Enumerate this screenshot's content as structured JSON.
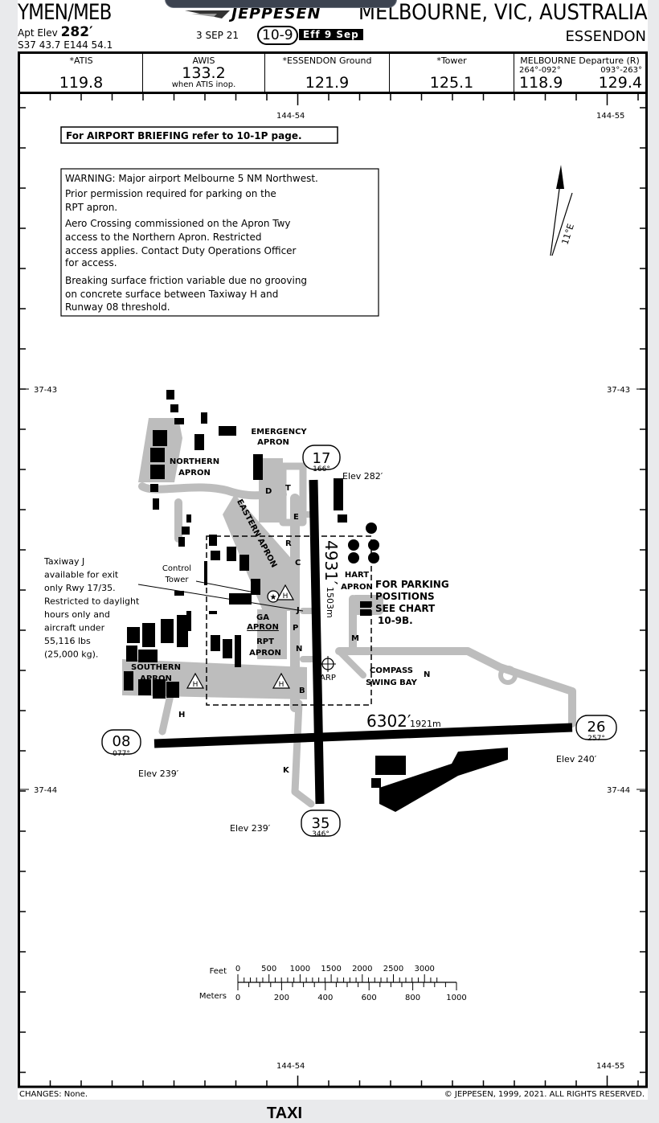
{
  "header": {
    "ident": "YMEN/MEB",
    "apt_elev_label": "Apt Elev",
    "apt_elev_value": "282′",
    "coords": "S37 43.7 E144 54.1",
    "brand": "JEPPESEN",
    "date": "3 SEP 21",
    "chart_number": "10-9",
    "effective": "Eff 9 Sep",
    "city": "MELBOURNE, VIC, AUSTRALIA",
    "airport": "ESSENDON"
  },
  "frequencies": [
    {
      "label": "*ATIS",
      "value": "119.8"
    },
    {
      "label": "AWIS",
      "value": "133.2",
      "note": "when ATIS inop."
    },
    {
      "label": "*ESSENDON Ground",
      "value": "121.9"
    },
    {
      "label": "*Tower",
      "value": "125.1"
    },
    {
      "label": "MELBOURNE Departure (R)",
      "sector1": "264°-092°",
      "value1": "118.9",
      "sector2": "093°-263°",
      "value2": "129.4"
    }
  ],
  "grid": {
    "lon_left": "144-54",
    "lon_right": "144-55",
    "lat_top": "37-43",
    "lat_bottom": "37-44"
  },
  "notes": {
    "briefing": "For AIRPORT BRIEFING refer to 10-1P page.",
    "warning_lines": [
      "WARNING: Major airport Melbourne 5 NM Northwest.",
      "Prior permission required for parking on the",
      "RPT apron.",
      "Aero Crossing commissioned on the Apron Twy",
      "access to the Northern Apron. Restricted",
      "access applies. Contact Duty Operations Officer",
      "for access.",
      "Breaking surface friction variable due no grooving",
      "on concrete surface between Taxiway H and",
      "Runway 08 threshold."
    ],
    "taxiway_j_lines": [
      "Taxiway J",
      "available for exit",
      "only Rwy 17/35.",
      "Restricted to daylight",
      "hours only and",
      "aircraft under",
      "55,116 lbs",
      "(25,000 kg)."
    ],
    "parking_lines": [
      "FOR PARKING",
      "POSITIONS",
      "SEE CHART",
      "10-9B."
    ],
    "magvar": "11°E"
  },
  "labels": {
    "emergency_apron": [
      "EMERGENCY",
      "APRON"
    ],
    "northern_apron": [
      "NORTHERN",
      "APRON"
    ],
    "eastern_apron": "EASTERN APRON",
    "hart_apron": [
      "HART",
      "APRON"
    ],
    "ga_apron": [
      "GA",
      "APRON"
    ],
    "rpt_apron": [
      "RPT",
      "APRON"
    ],
    "southern_apron": [
      "SOUTHERN",
      "APRON"
    ],
    "compass": [
      "COMPASS",
      "SWING BAY"
    ],
    "control_tower": [
      "Control",
      "Tower"
    ],
    "arp": "ARP",
    "taxiways": {
      "T": "T",
      "D": "D",
      "E": "E",
      "R": "R",
      "C": "C",
      "J": "J",
      "P": "P",
      "N": "N",
      "N2": "N",
      "M": "M",
      "B": "B",
      "H": "H",
      "K": "K"
    }
  },
  "runways": {
    "r17": {
      "number": "17",
      "heading": "166°",
      "elev": "Elev 282′"
    },
    "r35": {
      "number": "35",
      "heading": "346°",
      "elev": "Elev 239′"
    },
    "r08": {
      "number": "08",
      "heading": "077°",
      "elev": "Elev 239′"
    },
    "r26": {
      "number": "26",
      "heading": "257°",
      "elev": "Elev 240′"
    },
    "r17_35_length_ft": "4931′",
    "r17_35_length_m": "1503m",
    "r08_26_length_ft": "6302′",
    "r08_26_length_m": "1921m"
  },
  "scale": {
    "feet_label": "Feet",
    "meters_label": "Meters",
    "feet_ticks": [
      "0",
      "500",
      "1000",
      "1500",
      "2000",
      "2500",
      "3000"
    ],
    "meter_ticks": [
      "0",
      "200",
      "400",
      "600",
      "800",
      "1000"
    ]
  },
  "footer": {
    "changes": "CHANGES:  None.",
    "copyright": "© JEPPESEN, 1999, 2021. ALL RIGHTS RESERVED."
  },
  "app": {
    "bottom_tab": "TAXI"
  }
}
